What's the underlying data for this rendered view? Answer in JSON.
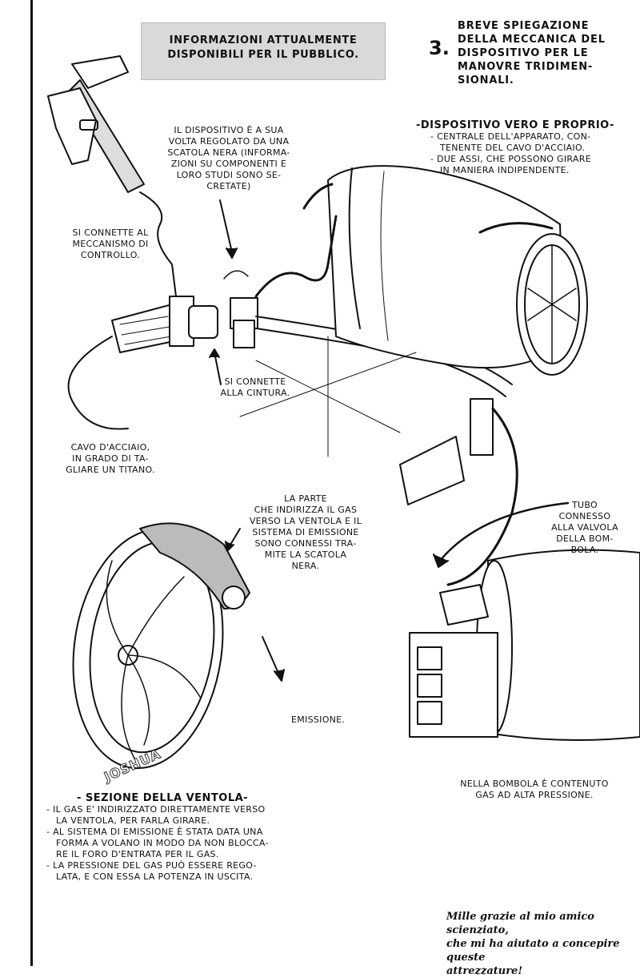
{
  "banner": {
    "lines": [
      "INFORMAZIONI ATTUALMENTE",
      "DISPONIBILI PER IL PUBBLICO."
    ]
  },
  "section": {
    "number": "3.",
    "title_lines": [
      "BREVE SPIEGAZIONE",
      "DELLA MECCANICA DEL",
      "DISPOSITIVO PER LE",
      "MANOVRE TRIDIMEN-",
      "SIONALI."
    ]
  },
  "device": {
    "heading": "-DISPOSITIVO VERO E PROPRIO-",
    "lines": [
      "- CENTRALE DELL'APPARATO, CON-",
      "TENENTE DEL CAVO D'ACCIAIO.",
      "- DUE ASSI, CHE POSSONO GIRARE",
      "IN MANIERA INDIPENDENTE."
    ]
  },
  "labels": {
    "black_box": [
      "IL DISPOSITIVO È A SUA",
      "VOLTA REGOLATO DA UNA",
      "SCATOLA NERA (INFORMA-",
      "ZIONI SU COMPONENTI E",
      "LORO STUDI SONO SE-",
      "CRETATE)"
    ],
    "control": [
      "SI CONNETTE AL",
      "MECCANISMO DI",
      "CONTROLLO."
    ],
    "belt": [
      "SI CONNETTE",
      "ALLA CINTURA."
    ],
    "cable": [
      "CAVO D'ACCIAIO,",
      "IN GRADO DI TA-",
      "GLIARE UN TITANO."
    ],
    "gas_part": [
      "LA PARTE",
      "CHE INDIRIZZA IL GAS",
      "VERSO LA VENTOLA E IL",
      "SISTEMA DI EMISSIONE",
      "SONO CONNESSI TRA-",
      "MITE LA SCATOLA",
      "NERA."
    ],
    "tube": [
      "TUBO",
      "CONNESSO",
      "ALLA VALVOLA",
      "DELLA BOM-",
      "BOLA."
    ],
    "emission": [
      "EMISSIONE."
    ],
    "tank": [
      "NELLA BOMBOLA È CONTENUTO",
      "GAS AD ALTA PRESSIONE."
    ]
  },
  "fan_section": {
    "heading": "- SEZIONE DELLA VENTOLA-",
    "lines": [
      "- IL GAS E' INDIRIZZATO DIRETTAMENTE VERSO",
      "LA VENTOLA, PER FARLA GIRARE.",
      "- AL SISTEMA DI EMISSIONE È STATA DATA UNA",
      "FORMA A VOLANO IN MODO DA NON BLOCCA-",
      "RE IL FORO D'ENTRATA PER IL GAS.",
      "- LA PRESSIONE DEL GAS PUÒ ESSERE REGO-",
      "LATA, E CON ESSA LA POTENZA IN USCITA."
    ]
  },
  "credit": {
    "lines": [
      "Mille grazie al mio amico scienziato,",
      "che mi ha aiutato a concepire queste",
      "attrezzature!"
    ]
  },
  "watermark": "JOSHUA"
}
